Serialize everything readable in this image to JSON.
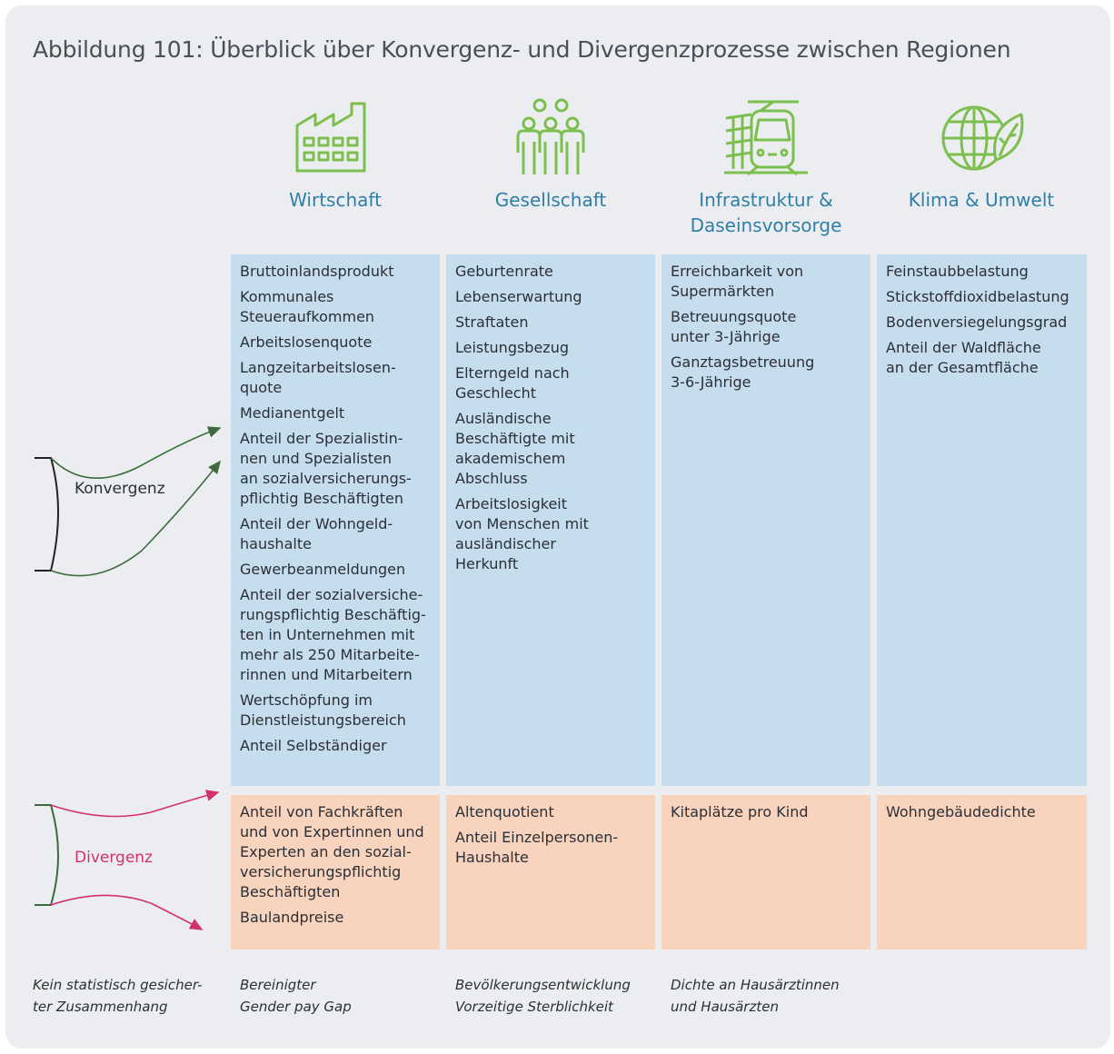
{
  "title": "Abbildung 101: Überblick über Konvergenz- und Divergenzprozesse zwischen Regionen",
  "colors": {
    "icon": "#7dbf4e",
    "heading": "#2f7fa6",
    "convergence_box": "#c6ddee",
    "divergence_box": "#f8d3bd",
    "divergence_text": "#d4306c",
    "background": "#ebedf0"
  },
  "labels": {
    "convergence": "Konvergenz",
    "divergence": "Divergenz"
  },
  "no_stat": "Kein statistisch gesicher-\nter Zusammenhang",
  "columns": [
    {
      "icon": "factory-icon",
      "title": "Wirtschaft",
      "convergence": [
        "Bruttoinlandsprodukt",
        "Kommunales\nSteueraufkommen",
        "Arbeitslosenquote",
        "Langzeitarbeitslosen-\nquote",
        "Medianentgelt",
        "Anteil der Spezialistin-\nnen und Spezialisten\nan sozialversicherungs-\npflichtig Beschäftigten",
        "Anteil der Wohngeld-\nhaushalte",
        "Gewerbeanmeldungen",
        "Anteil der sozialversiche-\nrungspflichtig Beschäftig-\nten in Unternehmen mit\nmehr als 250 Mitarbeite-\nrinnen und Mitarbeitern",
        "Wertschöpfung im\nDienstleistungsbereich",
        "Anteil Selbständiger"
      ],
      "divergence": [
        "Anteil von Fachkräften\nund von Expertinnen und\nExperten an den sozial-\nversicherungspflichtig\nBeschäftigten",
        "Baulandpreise"
      ],
      "no_stat": [
        "Bereinigter\nGender pay Gap"
      ]
    },
    {
      "icon": "people-group-icon",
      "title": "Gesellschaft",
      "convergence": [
        "Geburtenrate",
        "Lebenserwartung",
        "Straftaten",
        "Leistungsbezug",
        "Elterngeld nach\nGeschlecht",
        "Ausländische\nBeschäftigte mit\nakademischem\nAbschluss",
        "Arbeitslosigkeit\nvon Menschen mit\nausländischer\nHerkunft"
      ],
      "divergence": [
        "Altenquotient",
        "Anteil Einzelpersonen-\nHaushalte"
      ],
      "no_stat": [
        "Bevölkerungsentwicklung",
        "Vorzeitige Sterblichkeit"
      ]
    },
    {
      "icon": "train-icon",
      "title": "Infrastruktur &\nDaseinsvorsorge",
      "convergence": [
        "Erreichbarkeit von\nSupermärkten",
        "Betreuungsquote\nunter 3-Jährige",
        "Ganztagsbetreuung\n3-6-Jährige"
      ],
      "divergence": [
        "Kitaplätze pro Kind"
      ],
      "no_stat": [
        "Dichte an Hausärztinnen\nund Hausärzten"
      ]
    },
    {
      "icon": "globe-leaf-icon",
      "title": "Klima & Umwelt",
      "convergence": [
        "Feinstaubbelastung",
        "Stickstoffdioxidbelastung",
        "Bodenversiegelungsgrad",
        "Anteil der Waldfläche\nan der Gesamtfläche"
      ],
      "divergence": [
        "Wohngebäudedichte"
      ],
      "no_stat": []
    }
  ]
}
